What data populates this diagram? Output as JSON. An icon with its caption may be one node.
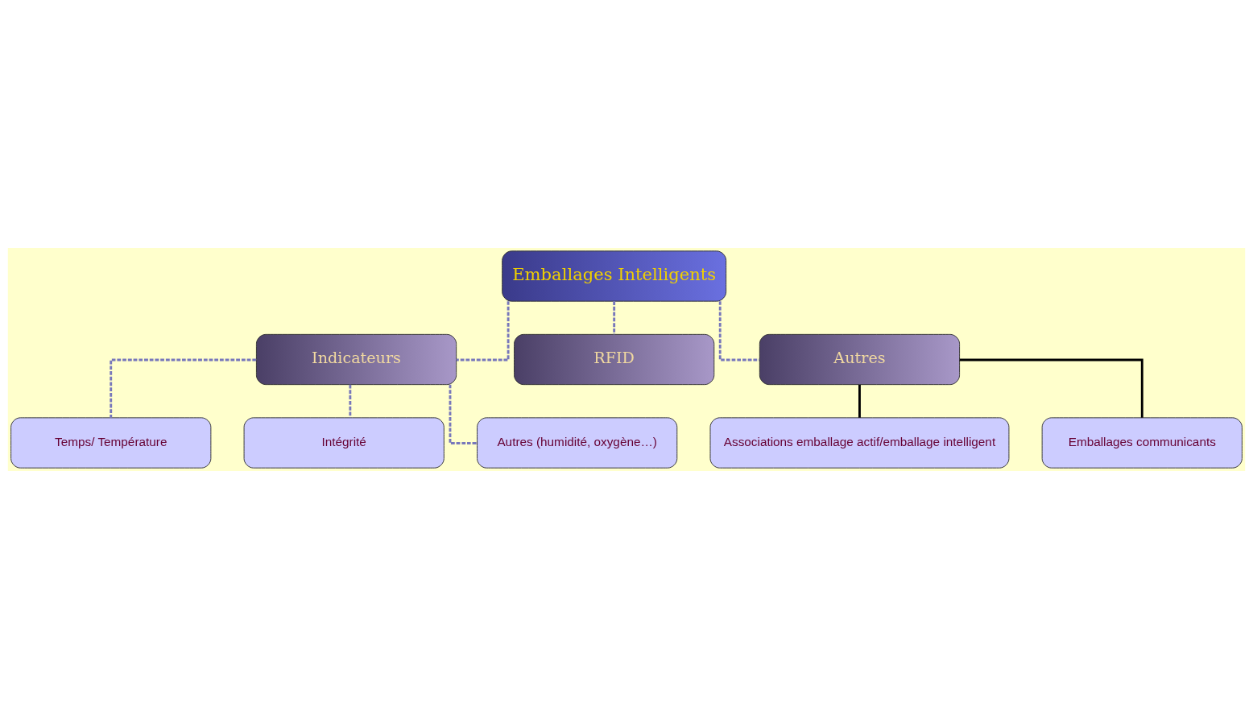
{
  "diagram": {
    "nodes": [
      {
        "text": [
          "Emballages Intelligents"
        ]
      },
      {
        "text": [
          "Indicateurs"
        ]
      },
      {
        "text": [
          "Temps/ Température"
        ]
      },
      {
        "text": [
          "Intégrité"
        ]
      },
      {
        "text": [
          "Autres (humidité, oxygène…)"
        ]
      },
      {
        "text": [
          "RFID"
        ]
      },
      {
        "text": [
          "Autres"
        ]
      },
      {
        "text": [
          "Associations emballage actif/emballage intelligent"
        ]
      },
      {
        "text": [
          "Emballages communicants"
        ]
      }
    ],
    "edges": [
      {
        "from": 0,
        "to": 1,
        "arrow": "none",
        "style": "dashed"
      },
      {
        "from": 1,
        "to": 2,
        "arrow": "none",
        "style": "dashed"
      },
      {
        "from": 1,
        "to": 3,
        "arrow": "none",
        "style": "dashed"
      },
      {
        "from": 1,
        "to": 4,
        "arrow": "none",
        "style": "dashed"
      },
      {
        "from": 0,
        "to": 5,
        "arrow": "none",
        "style": "dashed"
      },
      {
        "from": 0,
        "to": 6,
        "arrow": "none",
        "style": "dashed"
      },
      {
        "from": 6,
        "to": 7,
        "arrow": "none",
        "color": "#000000"
      },
      {
        "from": 6,
        "to": 8,
        "arrow": "none",
        "color": "#000000"
      }
    ]
  }
}
